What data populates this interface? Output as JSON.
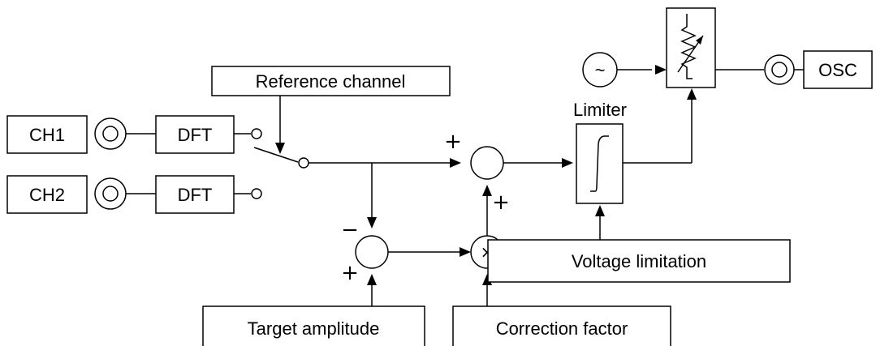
{
  "blocks": {
    "ch1": "CH1",
    "ch2": "CH2",
    "dft": "DFT",
    "reference_channel": "Reference channel",
    "limiter": "Limiter",
    "voltage_limitation": "Voltage limitation",
    "target_amplitude": "Target amplitude",
    "correction_factor": "Correction factor",
    "osc": "OSC"
  },
  "signs": {
    "plus": "+",
    "minus": "−",
    "multiply": "×",
    "sine": "~"
  }
}
